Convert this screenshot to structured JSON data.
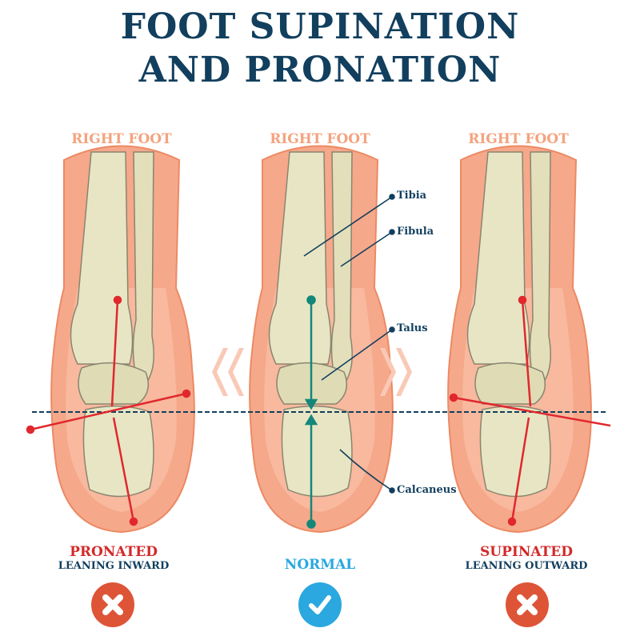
{
  "title": {
    "line1": "FOOT SUPINATION",
    "line2": "AND PRONATION"
  },
  "feet": [
    {
      "label": "RIGHT FOOT",
      "status": "PRONATED",
      "description": "LEANING INWARD",
      "status_color": "#d42a2a",
      "verdict": "incorrect"
    },
    {
      "label": "RIGHT FOOT",
      "status": "NORMAL",
      "description": "",
      "status_color": "#2aa8df",
      "verdict": "correct"
    },
    {
      "label": "RIGHT FOOT",
      "status": "SUPINATED",
      "description": "LEANING OUTWARD",
      "status_color": "#d42a2a",
      "verdict": "incorrect"
    }
  ],
  "anatomy_labels": {
    "tibia": "Tibia",
    "fibula": "Fibula",
    "talus": "Talus",
    "calcaneus": "Calcaneus"
  },
  "colors": {
    "title": "#123f5e",
    "skin": "#f6a88a",
    "bone": "#e8e5c4",
    "axis_normal": "#13877a",
    "axis_wrong": "#e0282e",
    "cross_badge": "#dd5436",
    "check_badge": "#2aa8df"
  }
}
